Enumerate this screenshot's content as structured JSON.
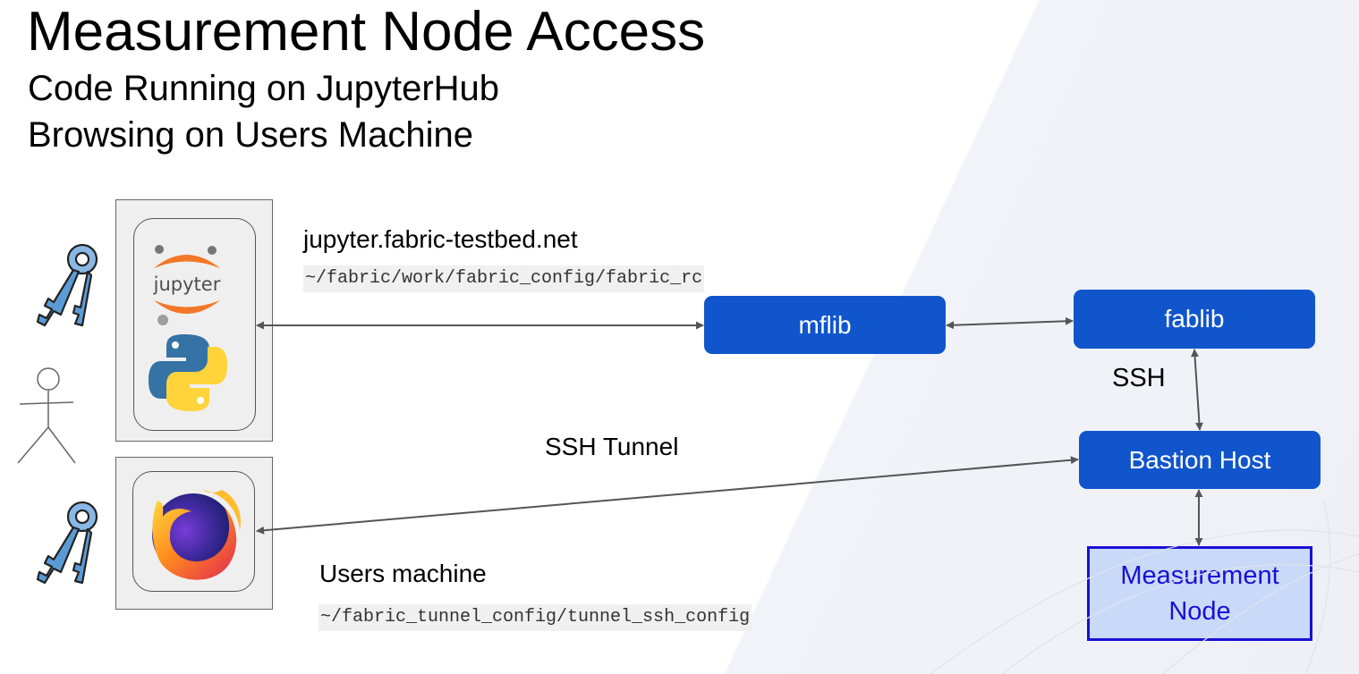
{
  "slide": {
    "title": "Measurement Node Access",
    "subtitle_line1": "Code Running on JupyterHub",
    "subtitle_line2": "Browsing on Users Machine"
  },
  "labels": {
    "jupyter_host": "jupyter.fabric-testbed.net",
    "jupyter_config": "~/fabric/work/fabric_config/fabric_rc",
    "ssh_tunnel": "SSH Tunnel",
    "ssh": "SSH",
    "users_machine": "Users machine",
    "tunnel_config": "~/fabric_tunnel_config/tunnel_ssh_config"
  },
  "nodes": {
    "mflib": "mflib",
    "fablib": "fablib",
    "bastion": "Bastion Host",
    "measurement_line1": "Measurement",
    "measurement_line2": "Node"
  },
  "icons": {
    "jupyter_logo_text": "jupyter",
    "key": "keys-icon",
    "person": "person-icon",
    "python": "python-icon",
    "firefox": "firefox-icon"
  },
  "colors": {
    "node_blue": "#1155cc",
    "measurement_fill": "#c9daf8",
    "measurement_border": "#1a0fd6",
    "jupyter_orange": "#f37726",
    "python_blue": "#3572a5",
    "python_yellow": "#ffd43b",
    "key_blue": "#5b9bd5"
  }
}
